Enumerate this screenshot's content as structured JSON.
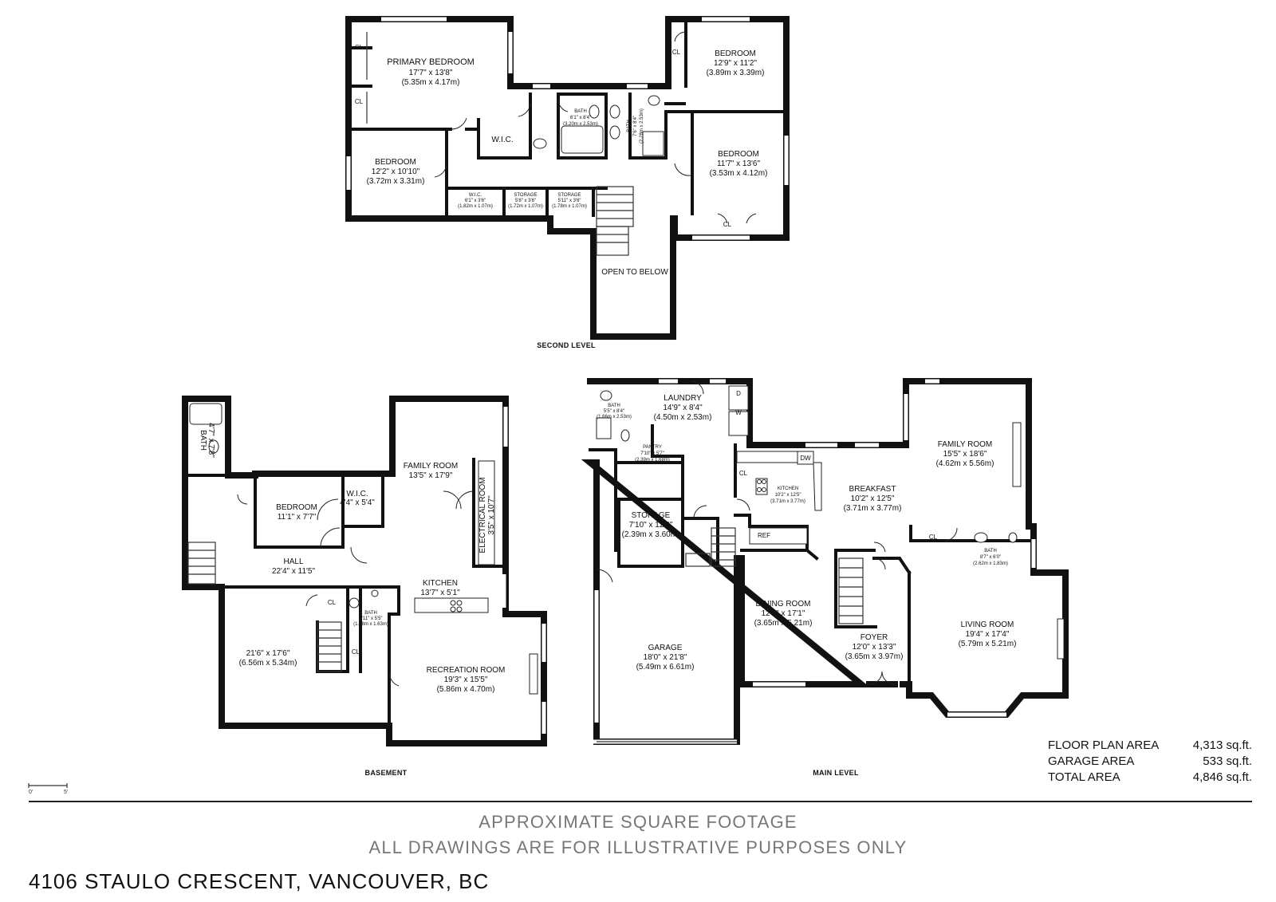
{
  "levels": {
    "second": "SECOND LEVEL",
    "basement": "BASEMENT",
    "main": "MAIN LEVEL"
  },
  "second_level": {
    "primary_bedroom": {
      "name": "PRIMARY BEDROOM",
      "imperial": "17'7\" x 13'8\"",
      "metric": "(5.35m x 4.17m)"
    },
    "bedroom_ne": {
      "name": "BEDROOM",
      "imperial": "12'9\" x 11'2\"",
      "metric": "(3.89m x 3.39m)"
    },
    "bedroom_w": {
      "name": "BEDROOM",
      "imperial": "12'2\" x 10'10\"",
      "metric": "(3.72m x 3.31m)"
    },
    "bedroom_e": {
      "name": "BEDROOM",
      "imperial": "11'7\" x 13'6\"",
      "metric": "(3.53m x 4.12m)"
    },
    "bath1": {
      "name": "BATH",
      "imperial": "6'1\" x 8'4\"",
      "metric": "(3.20m x 2.53m)"
    },
    "bath2": {
      "name": "BATH",
      "imperial": "7'6\" x 8'4\"",
      "metric": "(2.28m x 2.53m)"
    },
    "wic_big": "W.I.C.",
    "wic_small": {
      "name": "W.I.C.",
      "imperial": "6'1\" x 3'6\"",
      "metric": "(1.82m x 1.07m)"
    },
    "storage1": {
      "name": "STORAGE",
      "imperial": "5'8\" x 3'6\"",
      "metric": "(1.72m x 1.07m)"
    },
    "storage2": {
      "name": "STORAGE",
      "imperial": "5'11\" x 3'6\"",
      "metric": "(1.78m x 1.07m)"
    },
    "open_below": "OPEN TO BELOW",
    "closet": "CL"
  },
  "basement": {
    "bath": {
      "name": "BATH",
      "imperial": "4'7\" x 7'8\""
    },
    "bedroom": {
      "name": "BEDROOM",
      "imperial": "11'1\" x 7'7\""
    },
    "wic": {
      "name": "W.I.C.",
      "imperial": "4'4\" x 5'4\""
    },
    "family_room": {
      "name": "FAMILY ROOM",
      "imperial": "13'5\" x 17'9\""
    },
    "electrical_room": {
      "name": "ELECTRICAL ROOM",
      "imperial": "3'5\" x 10'7\""
    },
    "hall": {
      "name": "HALL",
      "imperial": "22'4\" x 11'5\""
    },
    "kitchen": {
      "name": "KITCHEN",
      "imperial": "13'7\" x 5'1\""
    },
    "bath2": {
      "name": "BATH",
      "imperial": "4'11\" x 5'5\"",
      "metric": "(1.48m x 1.63m)"
    },
    "unnamed_room": {
      "imperial": "21'6\" x 17'6\"",
      "metric": "(6.56m x 5.34m)"
    },
    "recreation_room": {
      "name": "RECREATION ROOM",
      "imperial": "19'3\" x 15'5\"",
      "metric": "(5.86m x 4.70m)"
    },
    "closet": "CL"
  },
  "main_level": {
    "bath_nw": {
      "name": "BATH",
      "imperial": "5'5\" x 8'4\"",
      "metric": "(1.66m x 2.53m)"
    },
    "laundry": {
      "name": "LAUNDRY",
      "imperial": "14'9\" x 8'4\"",
      "metric": "(4.50m x 2.53m)"
    },
    "pantry": {
      "name": "PANTRY",
      "imperial": "7'10\" x 5'7\"",
      "metric": "(2.39m x 1.68m)"
    },
    "storage": {
      "name": "STORAGE",
      "imperial": "7'10\" x 12'0\"",
      "metric": "(2.39m x 3.60m)"
    },
    "garage": {
      "name": "GARAGE",
      "imperial": "18'0\" x 21'8\"",
      "metric": "(5.49m x 6.61m)"
    },
    "kitchen": {
      "name": "KITCHEN",
      "imperial": "10'2\" x 12'5\"",
      "metric": "(3.71m x 3.77m)"
    },
    "breakfast": {
      "name": "BREAKFAST",
      "imperial": "10'2\" x 12'5\"",
      "metric": "(3.71m x 3.77m)"
    },
    "family_room": {
      "name": "FAMILY ROOM",
      "imperial": "15'5\" x 18'6\"",
      "metric": "(4.62m x 5.56m)"
    },
    "bath_e": {
      "name": "BATH",
      "imperial": "8'7\" x 6'0\"",
      "metric": "(2.62m x 1.83m)"
    },
    "dining_room": {
      "name": "DINING ROOM",
      "imperial": "12'0\" x 17'1\"",
      "metric": "(3.65m x 5.21m)"
    },
    "foyer": {
      "name": "FOYER",
      "imperial": "12'0\" x 13'3\"",
      "metric": "(3.65m x 3.97m)"
    },
    "living_room": {
      "name": "LIVING ROOM",
      "imperial": "19'4\" x 17'4\"",
      "metric": "(5.79m x 5.21m)"
    },
    "dryer": "D",
    "washer": "W",
    "dishwasher": "DW",
    "ref": "REF",
    "closet": "CL"
  },
  "areas": [
    {
      "label": "FLOOR PLAN AREA",
      "value": "4,313 sq.ft."
    },
    {
      "label": "GARAGE AREA",
      "value": "533 sq.ft."
    },
    {
      "label": "TOTAL AREA",
      "value": "4,846 sq.ft."
    }
  ],
  "scale": {
    "start": "0'",
    "end": "5'"
  },
  "footer": {
    "line1": "APPROXIMATE SQUARE FOOTAGE",
    "line2": "ALL DRAWINGS ARE FOR ILLUSTRATIVE PURPOSES ONLY"
  },
  "address": "4106 STAULO CRESCENT, VANCOUVER, BC"
}
